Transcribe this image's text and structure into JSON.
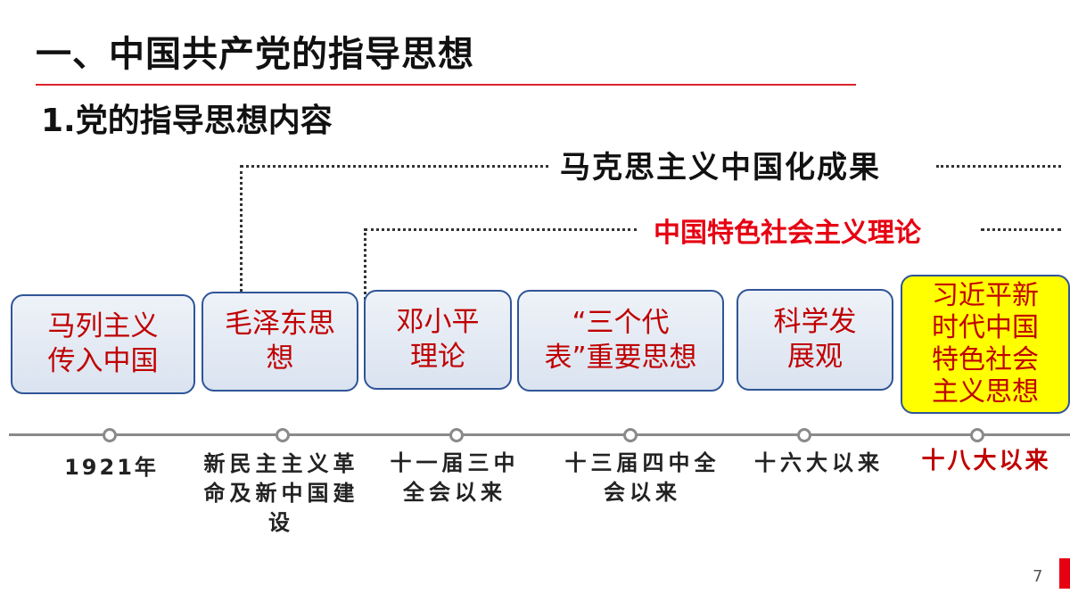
{
  "title": "一、中国共产党的指导思想",
  "subtitle": "1.党的指导思想内容",
  "groups": {
    "marxism_sinicization": "马克思主义中国化成果",
    "socialism_theory": "中国特色社会主义理论"
  },
  "stages": [
    {
      "name": "马列主义传入中国",
      "period": "1921年"
    },
    {
      "name": "毛泽东思想",
      "period": "新民主主义革命及新中国建设"
    },
    {
      "name": "邓小平理论",
      "period": "十一届三中全会以来"
    },
    {
      "name": "“三个代表”重要思想",
      "period": "十三届四中全会以来"
    },
    {
      "name": "科学发展观",
      "period": "十六大以来"
    },
    {
      "name": "习近平新时代中国特色社会主义思想",
      "period": "十八大以来"
    }
  ],
  "colors": {
    "accent_red": "#e60012",
    "box_text": "#c00000",
    "box_border": "#2f5597",
    "highlight": "#ffff00"
  },
  "page_number": "7"
}
